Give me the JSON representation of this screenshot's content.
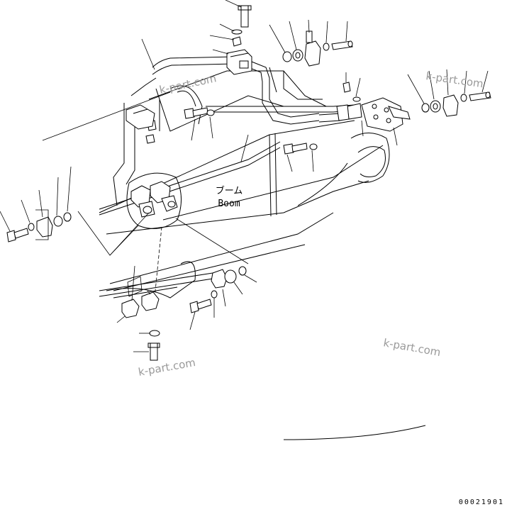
{
  "label": {
    "jp": "ブーム",
    "en": "Boom"
  },
  "watermark": "k-part.com",
  "drawing_number": "00021901",
  "colors": {
    "ink": "#000000",
    "watermark": "#9a9a9a",
    "background": "#ffffff"
  }
}
